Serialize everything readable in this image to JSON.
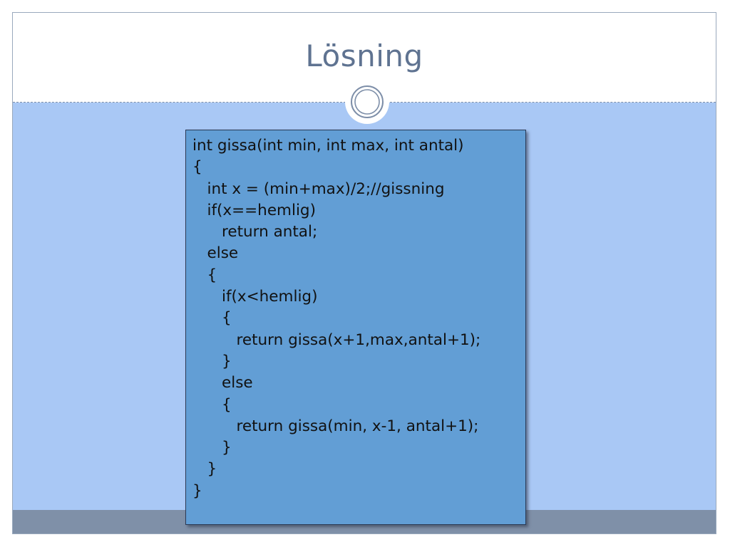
{
  "slide": {
    "title": "Lösning",
    "code_lines": [
      "int gissa(int min, int max, int antal)",
      "{",
      "   int x = (min+max)/2;//gissning",
      "   if(x==hemlig)",
      "      return antal;",
      "   else",
      "   {",
      "      if(x<hemlig)",
      "      {",
      "         return gissa(x+1,max,antal+1);",
      "      }",
      "      else",
      "      {",
      "         return gissa(min, x-1, antal+1);",
      "      }",
      "   }",
      "}"
    ]
  },
  "colors": {
    "title_text": "#5f7391",
    "content_band": "#a9c8f5",
    "footer_band": "#7f90a8",
    "code_box_fill": "#629ed5",
    "code_box_border": "#2b3a55"
  },
  "icons": {
    "ornament": "double-ring-circle-icon"
  }
}
